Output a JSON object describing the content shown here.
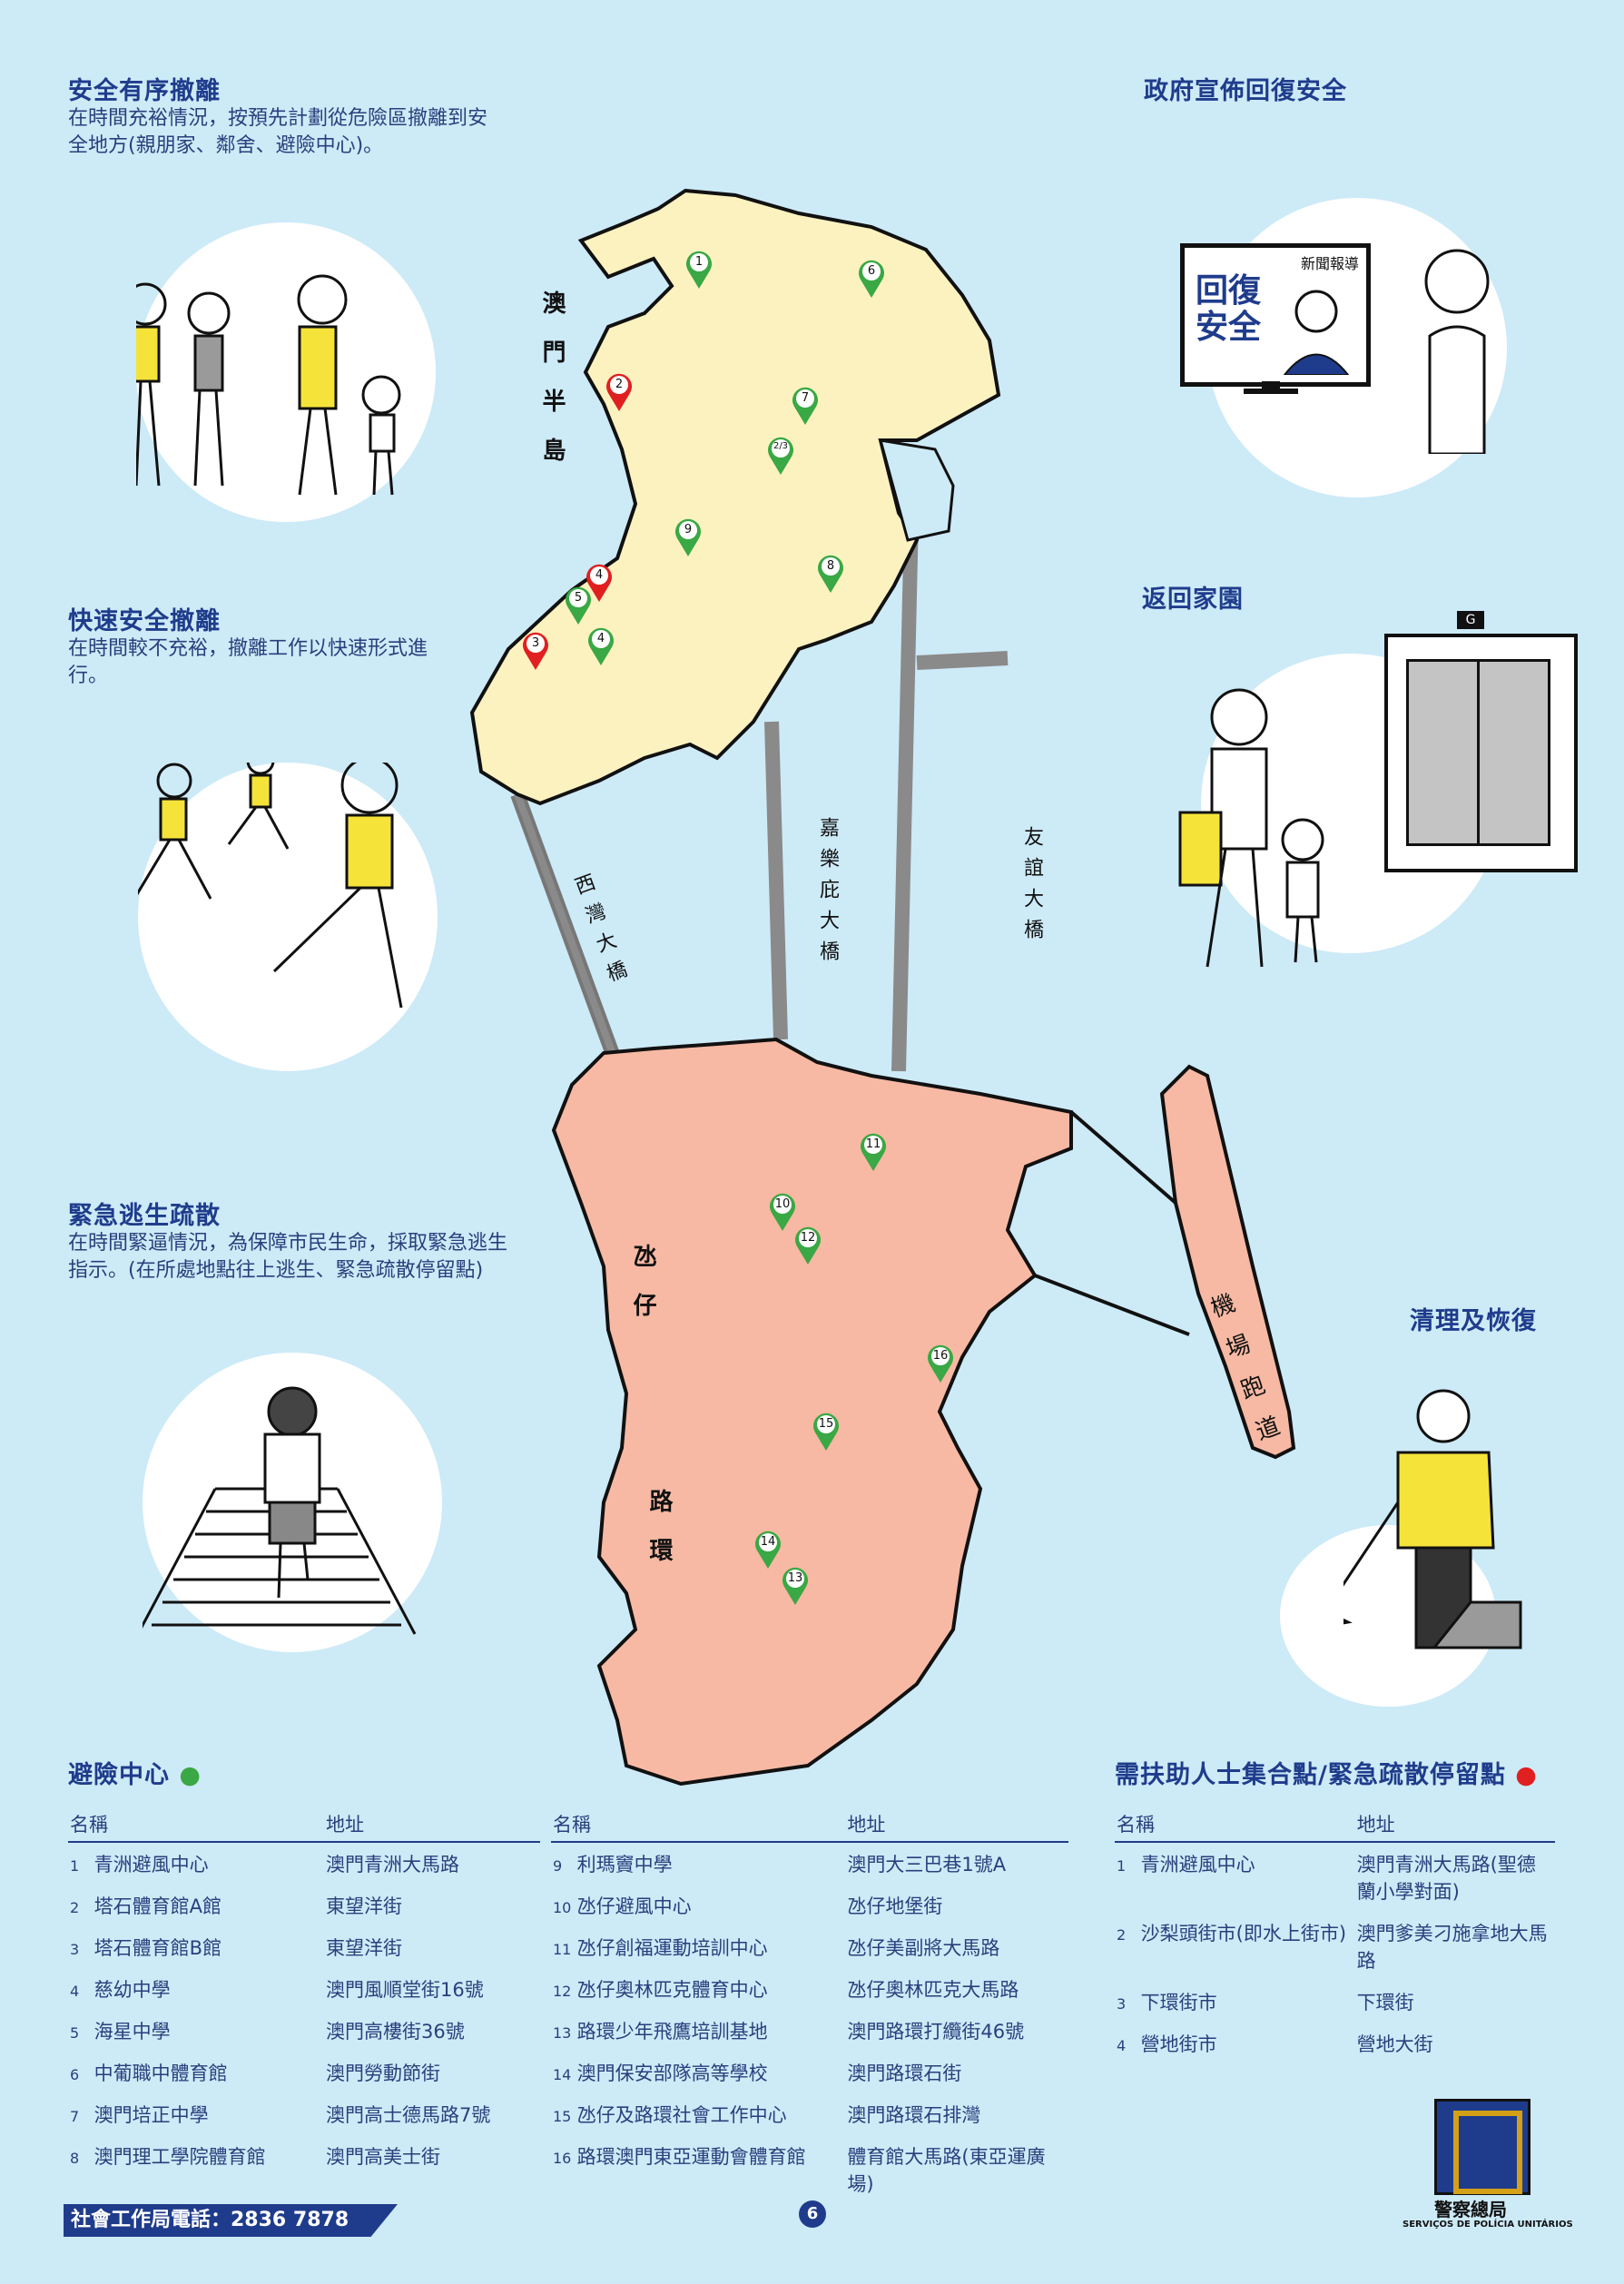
{
  "sections": {
    "evac_orderly": {
      "title": "安全有序撤離",
      "desc": "在時間充裕情況，按預先計劃從危險區撤離到安全地方(親朋家、鄰舍、避險中心)。"
    },
    "evac_fast": {
      "title": "快速安全撤離",
      "desc": "在時間較不充裕，撤離工作以快速形式進行。"
    },
    "emergency": {
      "title": "緊急逃生疏散",
      "desc": "在時間緊逼情況，為保障市民生命，採取緊急逃生指示。(在所處地點往上逃生、緊急疏散停留點)"
    },
    "gov_safe": {
      "title": "政府宣佈回復安全"
    },
    "return_home": {
      "title": "返回家園"
    },
    "cleanup": {
      "title": "清理及恢復"
    }
  },
  "tv": {
    "news": "新聞報導",
    "line1": "回復",
    "line2": "安全"
  },
  "elevator_floor": "G",
  "map_labels": {
    "macau": "澳門半島",
    "taipa": "氹仔",
    "coloane": "路環",
    "bridge_west": "西灣大橋",
    "bridge_carbo": "嘉樂庇大橋",
    "bridge_amizade": "友誼大橋",
    "airport": "機場跑道"
  },
  "colors": {
    "green_pin": "#3aa844",
    "red_pin": "#e02020",
    "macau_fill": "#fcf2c0",
    "taipa_fill": "#f7b9a3",
    "sea": "#cdeaf7",
    "brand": "#1f3c8c"
  },
  "shelters": {
    "title": "避險中心",
    "col_name": "名稱",
    "col_addr": "地址",
    "items": [
      {
        "n": "1",
        "name": "青洲避風中心",
        "addr": "澳門青洲大馬路"
      },
      {
        "n": "2",
        "name": "塔石體育館A館",
        "addr": "東望洋街"
      },
      {
        "n": "3",
        "name": "塔石體育館B館",
        "addr": "東望洋街"
      },
      {
        "n": "4",
        "name": "慈幼中學",
        "addr": "澳門風順堂街16號"
      },
      {
        "n": "5",
        "name": "海星中學",
        "addr": "澳門高樓街36號"
      },
      {
        "n": "6",
        "name": "中葡職中體育館",
        "addr": "澳門勞動節街"
      },
      {
        "n": "7",
        "name": "澳門培正中學",
        "addr": "澳門高士德馬路7號"
      },
      {
        "n": "8",
        "name": "澳門理工學院體育館",
        "addr": "澳門高美士街"
      },
      {
        "n": "9",
        "name": "利瑪竇中學",
        "addr": "澳門大三巴巷1號A"
      },
      {
        "n": "10",
        "name": "氹仔避風中心",
        "addr": "氹仔地堡街"
      },
      {
        "n": "11",
        "name": "氹仔創福運動培訓中心",
        "addr": "氹仔美副將大馬路"
      },
      {
        "n": "12",
        "name": "氹仔奧林匹克體育中心",
        "addr": "氹仔奧林匹克大馬路"
      },
      {
        "n": "13",
        "name": "路環少年飛鷹培訓基地",
        "addr": "澳門路環打纜街46號"
      },
      {
        "n": "14",
        "name": "澳門保安部隊高等學校",
        "addr": "澳門路環石街"
      },
      {
        "n": "15",
        "name": "氹仔及路環社會工作中心",
        "addr": "澳門路環石排灣"
      },
      {
        "n": "16",
        "name": "路環澳門東亞運動會體育館",
        "addr": "體育館大馬路(東亞運廣場)"
      }
    ]
  },
  "assembly": {
    "title": "需扶助人士集合點/緊急疏散停留點",
    "col_name": "名稱",
    "col_addr": "地址",
    "items": [
      {
        "n": "1",
        "name": "青洲避風中心",
        "addr": "澳門青洲大馬路(聖德蘭小學對面)"
      },
      {
        "n": "2",
        "name": "沙梨頭街市(即水上街市)",
        "addr": "澳門爹美刁施拿地大馬路"
      },
      {
        "n": "3",
        "name": "下環街市",
        "addr": "下環街"
      },
      {
        "n": "4",
        "name": "營地街市",
        "addr": "營地大街"
      }
    ]
  },
  "pins": {
    "green": [
      "1",
      "6",
      "7",
      "2/3",
      "9",
      "8",
      "5",
      "4",
      "11",
      "10",
      "12",
      "16",
      "15",
      "14",
      "13"
    ],
    "red": [
      "2",
      "4",
      "3"
    ]
  },
  "footer": {
    "phone": "社會工作局電話：2836 7878",
    "page": "6",
    "logo_cn": "警察總局",
    "logo_pt": "SERVIÇOS DE POLÍCIA UNITÁRIOS"
  }
}
